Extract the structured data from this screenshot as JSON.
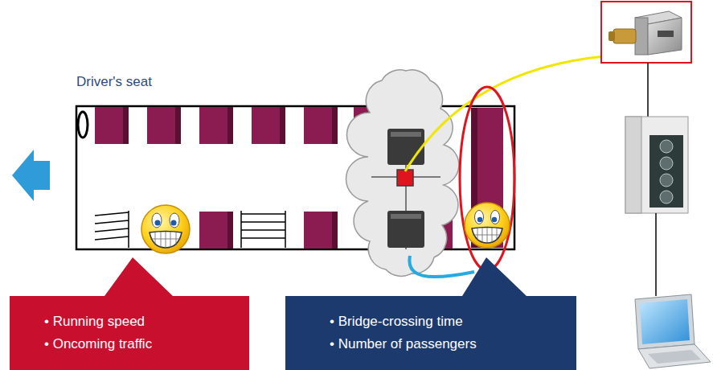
{
  "diagram": {
    "nodes": [
      {
        "text": [
          "• Running speed",
          "• Oncoming traffic"
        ]
      },
      {
        "text": [
          "• Bridge-crossing time",
          "• Number of passengers"
        ]
      }
    ],
    "labels": [
      "Driver's seat"
    ]
  }
}
